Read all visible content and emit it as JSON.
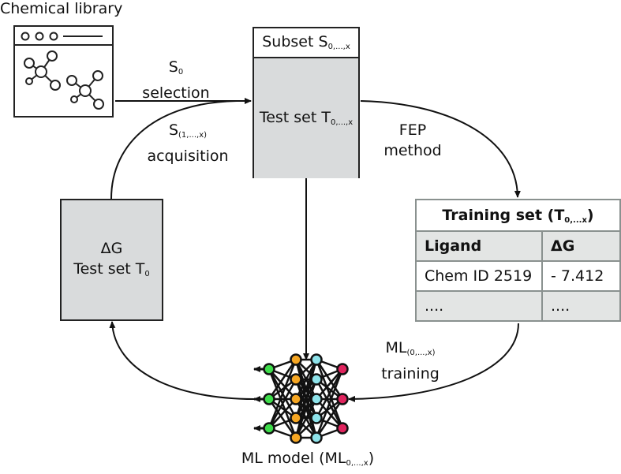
{
  "library": {
    "title": "Chemical library",
    "icon": "molecule-browser-icon"
  },
  "arrows": {
    "selection": {
      "main": "S",
      "sub": "0",
      "caption": "selection"
    },
    "acquisition": {
      "main": "S",
      "sub": "(1,...,x)",
      "caption": "acquisition"
    },
    "fep": {
      "line1": "FEP",
      "line2": "method"
    },
    "ml_training": {
      "main": "ML",
      "sub": "(0,...,x)",
      "caption": "training"
    }
  },
  "subset_box": {
    "header": {
      "main": "Subset S",
      "sub": "0,...,x"
    },
    "body": {
      "main": "Test set T",
      "sub": "0,...,x"
    }
  },
  "test_box": {
    "line1": "ΔG",
    "line2": {
      "main": "Test set T",
      "sub": "0"
    }
  },
  "training_table": {
    "title": {
      "main": "Training set (T",
      "sub": "0,...x",
      "end": ")"
    },
    "headers": [
      "Ligand",
      "ΔG"
    ],
    "rows": [
      [
        "Chem ID 2519",
        "- 7.412"
      ],
      [
        "....",
        "...."
      ]
    ]
  },
  "ml_model": {
    "label": {
      "main": "ML model (ML",
      "sub": "0,...,x",
      "end": ")"
    },
    "colors": {
      "input": "#e0245e",
      "hidden1": "#8ee3ea",
      "hidden2": "#f5a623",
      "output": "#3ddc4a"
    }
  }
}
